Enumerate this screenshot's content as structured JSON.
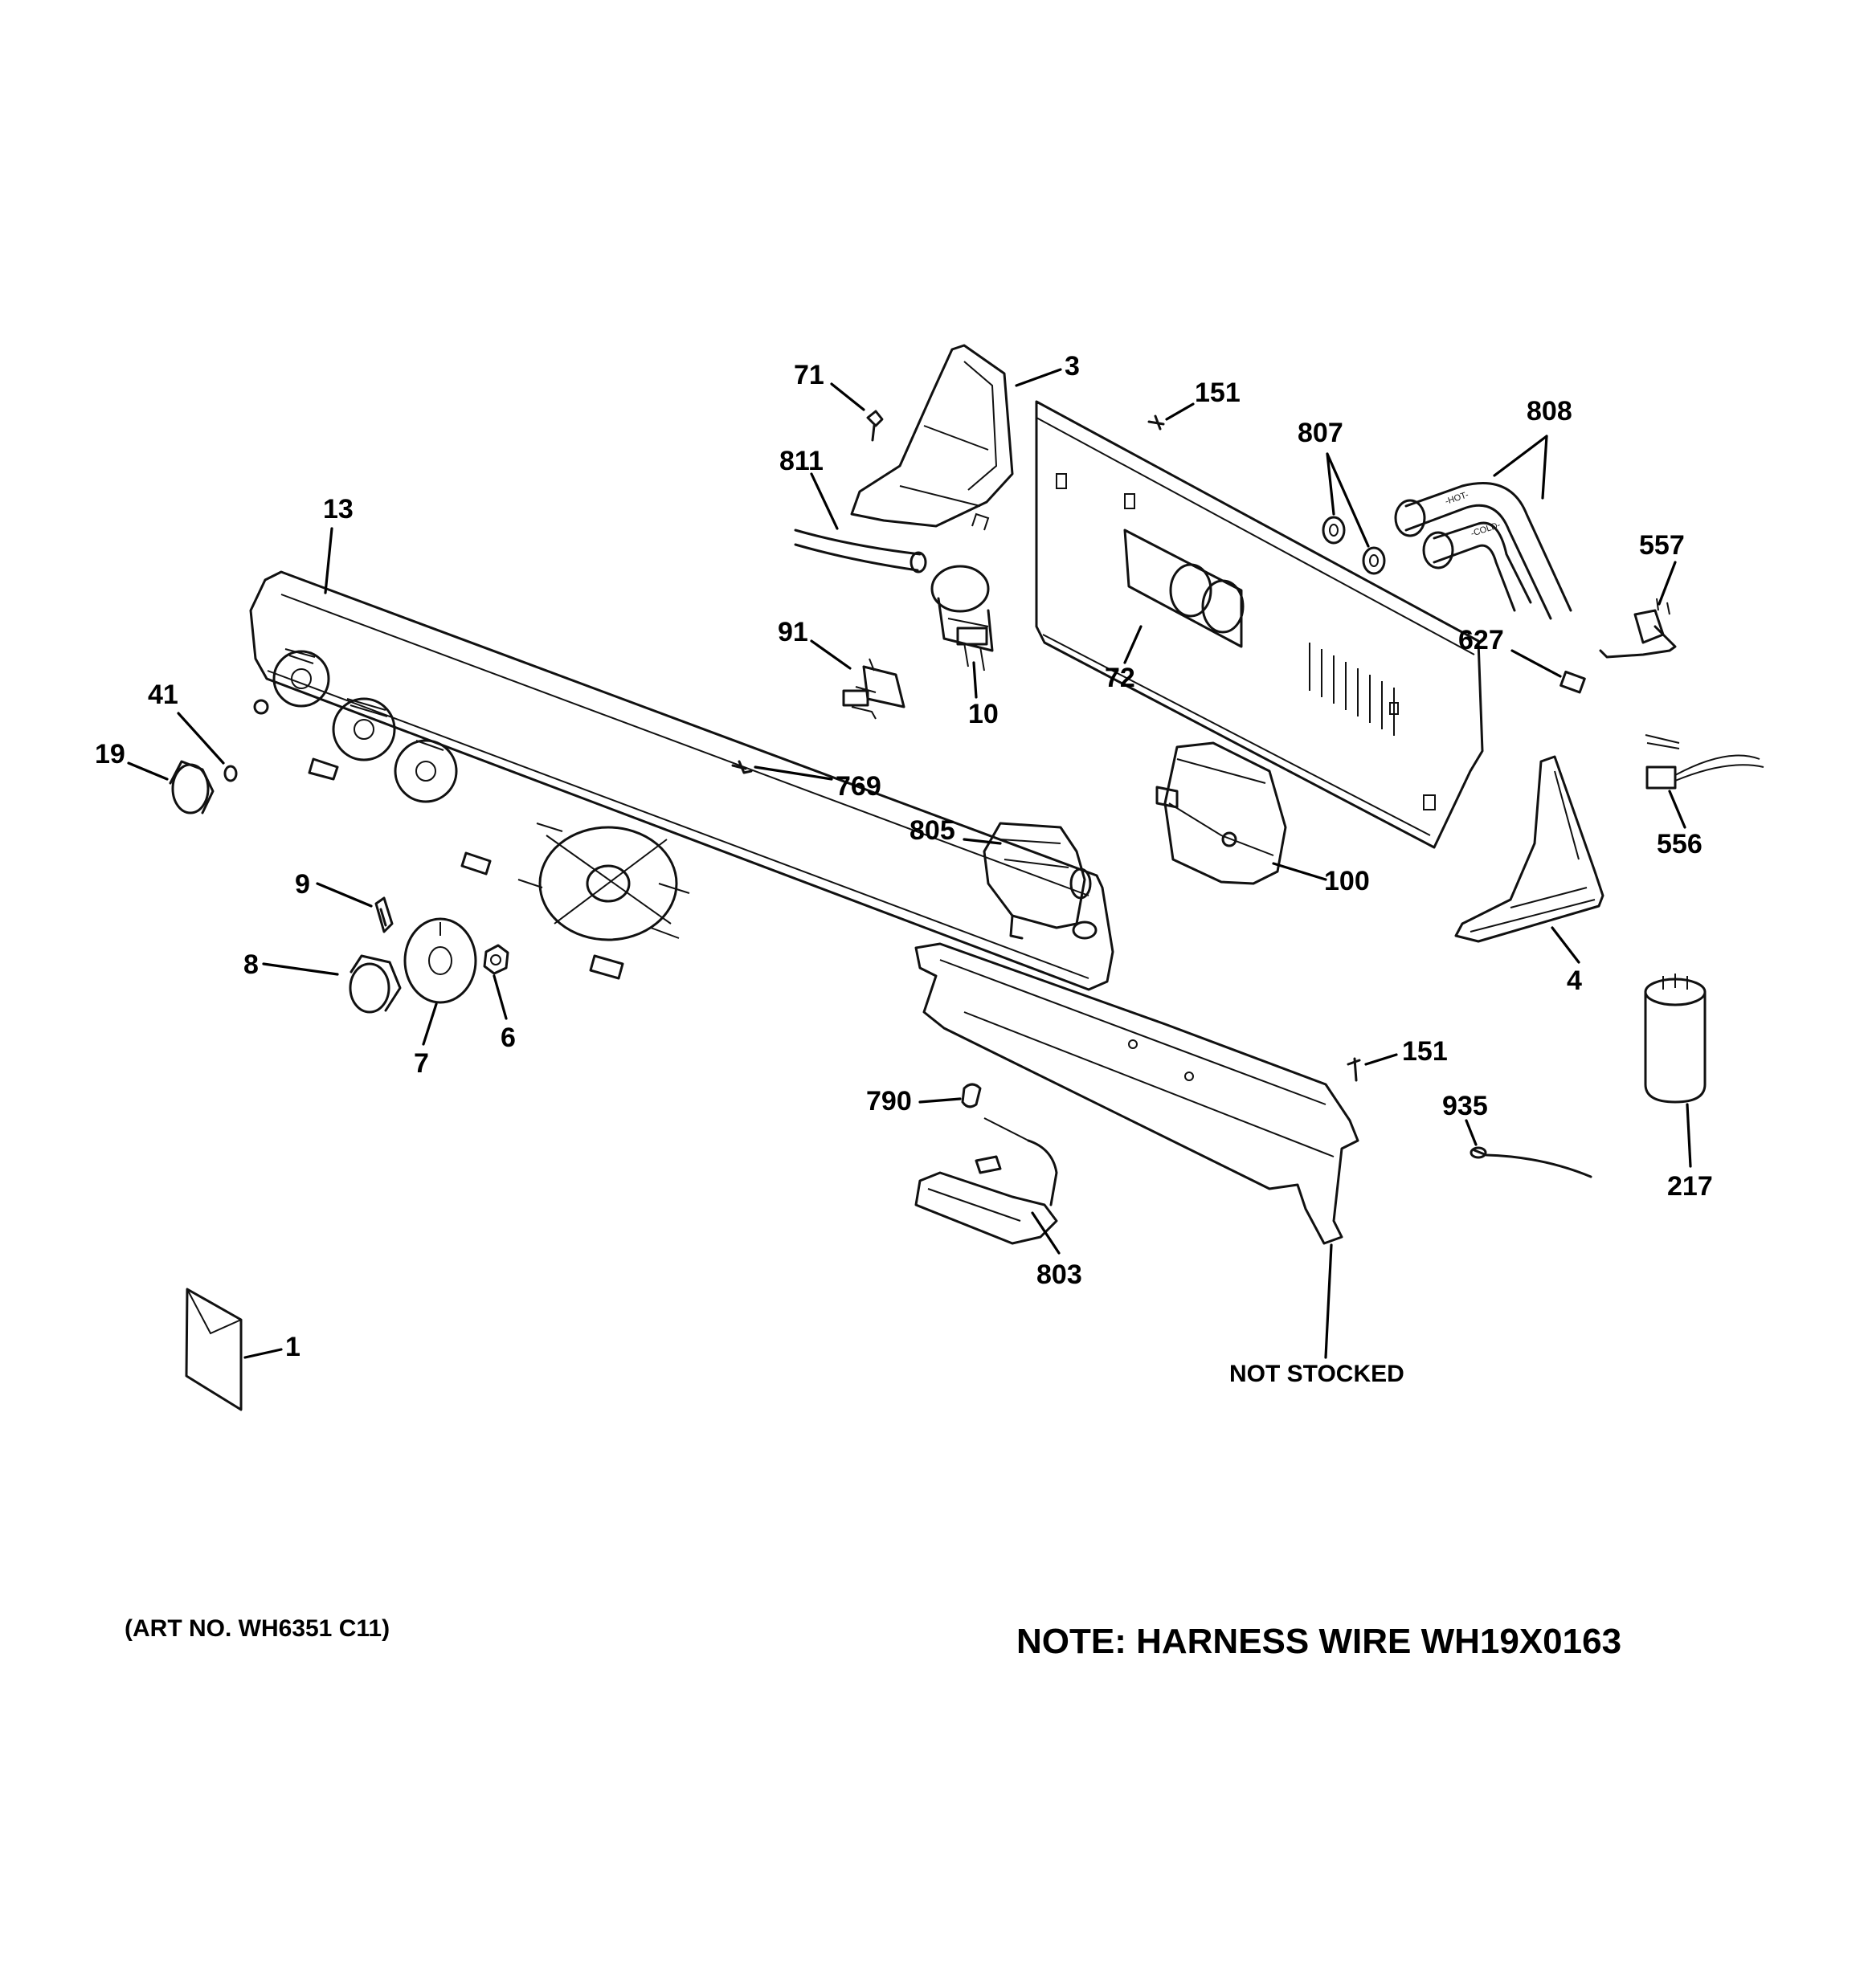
{
  "callouts": {
    "c1": "1",
    "c3": "3",
    "c4": "4",
    "c6": "6",
    "c7": "7",
    "c8": "8",
    "c9": "9",
    "c10": "10",
    "c13": "13",
    "c19": "19",
    "c41": "41",
    "c71": "71",
    "c72": "72",
    "c91": "91",
    "c100": "100",
    "c151a": "151",
    "c151b": "151",
    "c217": "217",
    "c556": "556",
    "c557": "557",
    "c627": "627",
    "c769": "769",
    "c790": "790",
    "c803": "803",
    "c805": "805",
    "c807": "807",
    "c808": "808",
    "c811": "811",
    "c935": "935"
  },
  "not_stocked": "NOT STOCKED",
  "art_number": "(ART NO. WH6351 C11)",
  "note": "NOTE: HARNESS WIRE WH19X0163",
  "hose_labels": {
    "hot": "-HOT-",
    "cold": "-COLD-"
  }
}
